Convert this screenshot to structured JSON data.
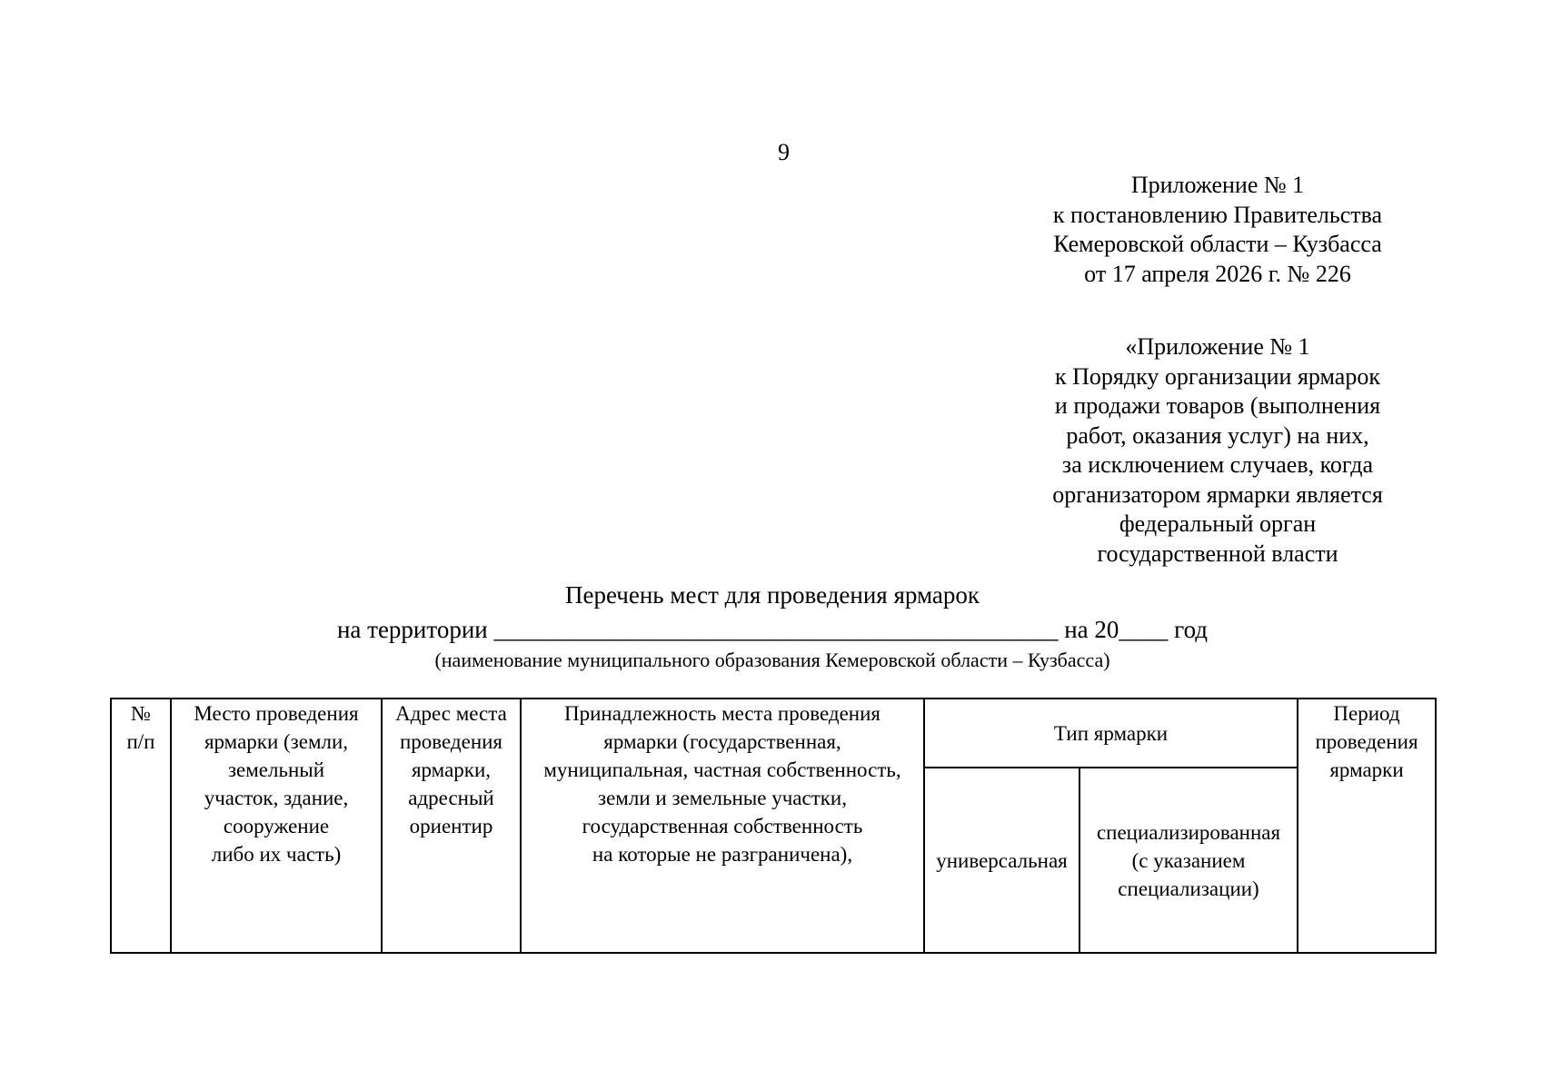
{
  "page": {
    "number": "9"
  },
  "header_block_1": {
    "lines": [
      "Приложение № 1",
      "к постановлению Правительства",
      "Кемеровской области – Кузбасса",
      "от 17 апреля 2026 г. № 226"
    ]
  },
  "header_block_2": {
    "lines": [
      "«Приложение № 1",
      "к Порядку организации ярмарок",
      "и продажи товаров (выполнения",
      "работ, оказания услуг) на них,",
      "за исключением случаев, когда",
      "организатором ярмарки является",
      "федеральный орган",
      "государственной власти"
    ]
  },
  "list_title": {
    "heading": "Перечень мест для проведения ярмарок",
    "territory_prefix": "на территории ",
    "territory_blank": "______________________________________________",
    "territory_suffix": " на 20____ год",
    "caption": "(наименование муниципального образования Кемеровской области – Кузбасса)"
  },
  "table": {
    "col_num": "№\nп/п",
    "col_place": "Место проведения\nярмарки (земли,\nземельный\nучасток, здание,\nсооружение\nлибо их часть)",
    "col_address": "Адрес места\nпроведения\nярмарки,\nадресный\nориентир",
    "col_ownership": "Принадлежность места проведения\nярмарки (государственная,\nмуниципальная, частная собственность,\nземли и  земельные участки,\nгосударственная собственность\nна которые не разграничена),",
    "col_type_group": "Тип ярмарки",
    "col_type_universal": "универсальная",
    "col_type_specialized": "специализированная\n(с указанием\nспециализации)",
    "col_period": "Период\nпроведения\nярмарки"
  }
}
